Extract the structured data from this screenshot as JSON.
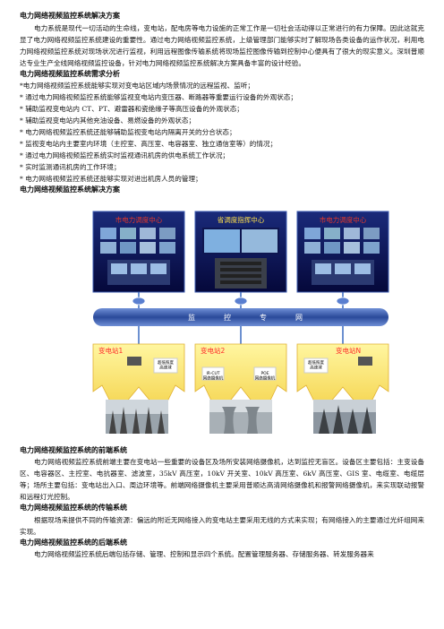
{
  "sections": {
    "title1": "电力网络视频监控系统解决方案",
    "intro": "电力系统是现代一切活动的生命线，变电站，配电房等电力设施的正常工作是一切社会活动得以正常进行的有力保障。因此这就克显了电力网络视频监控系统建设的重要性。通过电力网络视频监控系统，上级管理部门能够实时了解现场各类设备的运作状况，利用电力网络视频监控系统对现场状况进行监视，利用远程图像传输系统将现场监控图像传输到控制中心便具有了很大的现实意义。深圳普顺达专业生产全线网络视频监控设备，针对电力网络视频监控系统解决方案具备丰富的设计经验。",
    "title2": "电力网络视频监控系统需求分析",
    "needs": [
      "*电力网络视频监控系统能够实现对变电站区域内场景情况的远程监视、监听；",
      "* 通过电力网络视频监控系统能够监视变电站内变压器、断路器等重要运行设备的外观状态；",
      "* 辅助监视变电站内 CT、PT、避雷器和瓷绝缘子等高压设备的外观状态；",
      "* 辅助监视变电站内其他充油设备、易燃设备的外观状态；",
      "* 电力网络视频监控系统还能够辅助监视变电站内隔离开关的分合状态；",
      "* 监视变电站内主要室内环境（主控室、高压室、电容器室、独立通信室等）的情况；",
      "* 通过电力网络视频监控系统实时监视通讯机房的供电系统工作状况；",
      "* 实时监测通讯机房的工作环境；",
      "* 电力网络视频监控系统还能够实现对进出机房人员的管理；"
    ],
    "title3": "电力网络视频监控系统解决方案",
    "title4": "电力网络视频监控系统的前端系统",
    "frontend": "电力网络视频监控系统前端主要在变电站一些重要的设备区及场所安装网络摄像机，达到监控无盲区。设备区主要包括：主变设备区、电容器区、主控室、电抗器室、滤波室，35kV 高压室，10kV 开关室、10kV 高压室、6kV 高压室、GIS 室、电缆室、电缆层等；场所主要包括：变电站出入口、周边环境等。前端网络摄像机主要采用普顺达高清网络摄像机和报警网络摄像机，来实现联动报警和远程灯光控制。",
    "title5": "电力网络视频监控系统的传输系统",
    "transport": "根据现场来提供不同的传输资源：偏远的附近无网络接入的变电站主要采用无线的方式来实现；有网络接入的主要通过光纤组网来实现。",
    "title6": "电力网络视频监控系统的后端系统",
    "backend": "电力网络视频监控系统后端包括存储、管理、控制和显示四个系统。配置管理服务器、存储服务器、转发服务器来"
  },
  "diagram": {
    "centers": [
      "市电力调度中心",
      "省调度指挥中心",
      "市电力调度中心"
    ],
    "network": [
      "监",
      "控",
      "专",
      "网"
    ],
    "stations": [
      "变电站1",
      "变电站2",
      "变电站N"
    ],
    "cam_labels": [
      "超低照度\n高速球",
      "IR-CUT\n网络摄像机",
      "POE\n网络摄像机",
      "超低照度\n高速球"
    ]
  },
  "colors": {
    "center_bg": "#0a0f5a",
    "center_title": "#e83828",
    "center_title_mid": "#ffe04a",
    "network": "#2a4a9a",
    "station_label": "#ff2a2a"
  }
}
